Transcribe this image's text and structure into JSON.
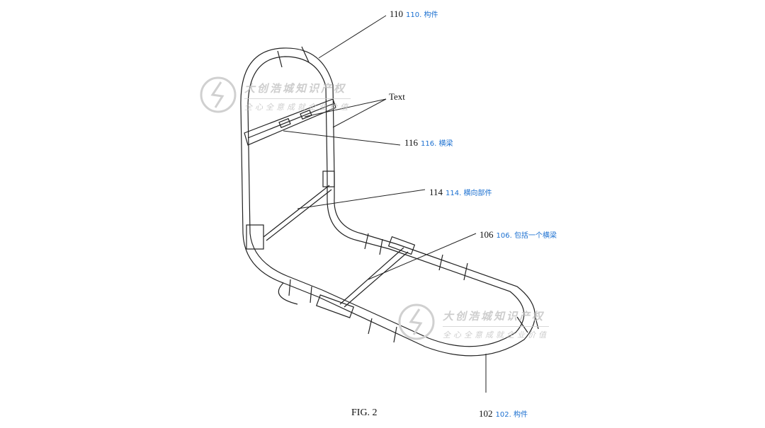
{
  "figure": {
    "caption": "FIG. 2",
    "callouts": [
      {
        "num": "110",
        "note": "110. 构件"
      },
      {
        "num": "116",
        "note": "116. 横梁"
      },
      {
        "num": "114",
        "note": "114. 横向部件"
      },
      {
        "num": "106",
        "note": "106. 包括一个横梁"
      },
      {
        "num": "102",
        "note": "102. 构件"
      }
    ],
    "text_label": "Text"
  },
  "watermark": {
    "line1": "大创浩城知识产权",
    "line2": "全心全意成就企业价值"
  }
}
